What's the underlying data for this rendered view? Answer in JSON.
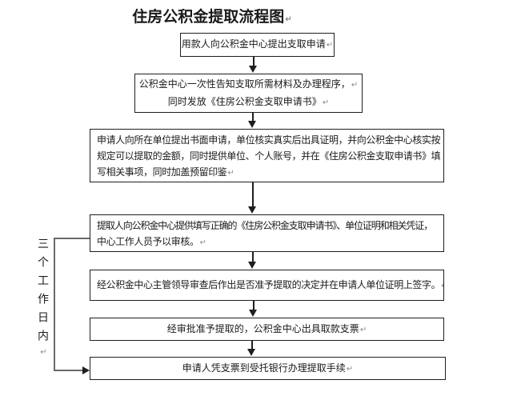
{
  "title": {
    "text": "住房公积金提取流程图"
  },
  "marks": {
    "return": "↵"
  },
  "flow": {
    "step1": {
      "lines": [
        "用款人向公积金中心提出支取申请"
      ]
    },
    "step2": {
      "lines": [
        "公积金中心一次性告知支取所需材料及办理程序，",
        "同时发放《住房公积金支取申请书》"
      ]
    },
    "step3": {
      "lines": [
        "申请人向所在单位提出书面申请，单位核实真实后出具证明，并向公积金中心核实按",
        "规定可以提取的金额，同时提供单位、个人账号，并在《住房公积金支取申请书》填",
        "写相关事项，同时加盖预留印鉴"
      ]
    },
    "step4": {
      "lines": [
        "提取人向公积金中心提供填写正确的《住房公积金支取申请书》、单位证明和相关凭证，",
        "中心工作人员予以审核。"
      ]
    },
    "step5": {
      "lines": [
        "经公积金中心主管领导审查后作出是否准予提取的决定并在申请人单位证明上签字。"
      ]
    },
    "step6": {
      "lines": [
        "经审批准予提取的，公积金中心出具取款支票"
      ]
    },
    "step7": {
      "lines": [
        "申请人凭支票到受托银行办理提取手续"
      ]
    }
  },
  "side_label": {
    "text": "三个工作日内"
  },
  "colors": {
    "background": "#ffffff",
    "text": "#1a1a1a",
    "box_border": "#1f1f1f",
    "arrow": "#1f1f1f",
    "bracket": "#6a6a6a",
    "return_mark": "#8a8a8a"
  }
}
